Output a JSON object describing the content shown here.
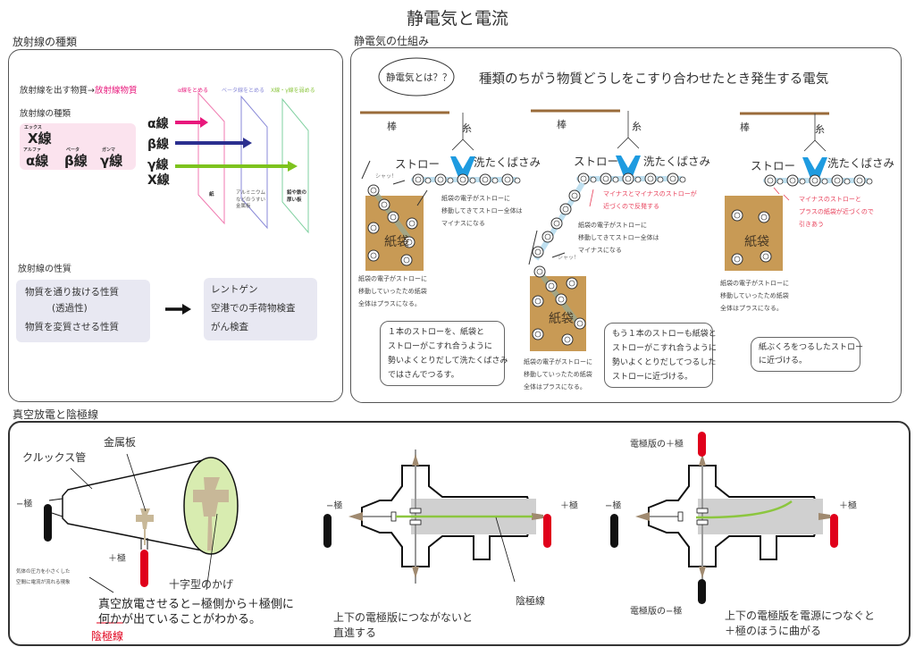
{
  "page_title": "静電気と電流",
  "radiation_types": {
    "section_label": "放射線の種類",
    "source_line_prefix": "放射線を出す物質→",
    "source_line_highlight": "放射線物質",
    "types_heading": "放射線の種類",
    "x_ray_ruby": "エックス",
    "x_ray": "X線",
    "alpha_ruby": "アルファ",
    "alpha": "α線",
    "beta_ruby": "ベータ",
    "beta": "β線",
    "gamma_ruby": "ガンマ",
    "gamma": "γ線",
    "ray_labels": [
      "α線",
      "β線",
      "γ線",
      "X線"
    ],
    "shield_top_labels": [
      "α線をとめる",
      "ベータ線をとめる",
      "X線・γ線を弱める"
    ],
    "shield_bottom_labels": [
      "紙",
      "アルミニウム\nなどのうすい\n金属板",
      "鉛や鉄の\n厚い板"
    ],
    "colors": {
      "alpha": "#e8187c",
      "beta": "#2b2f8f",
      "gamma": "#7dc31e",
      "paper": "#f07ab0",
      "aluminum": "#8a8ad8",
      "lead": "#7fd0a0",
      "highlight": "#e8187c"
    }
  },
  "radiation_properties": {
    "heading": "放射線の性質",
    "properties": [
      "物質を通り抜ける性質",
      "(透過性)",
      "物質を変質させる性質"
    ],
    "uses": [
      "レントゲン",
      "空港での手荷物検査",
      "がん検査"
    ]
  },
  "static_electricity": {
    "section_label": "静電気の仕組み",
    "definition_bubble": "静電気とは？？",
    "definition": "種類のちがう物質どうしをこすり合わせたとき発生する電気",
    "rod_label": "棒",
    "thread_label": "糸",
    "straw_label": "ストロー",
    "clip_label": "洗たくばさみ",
    "bag_label": "紙袋",
    "swoosh": "シャッ！",
    "straw_charge_note": "紙袋の電子がストローに\n移動してきてストロー全体は\nマイナスになる",
    "bag_charge_note": "紙袋の電子がストローに\n移動していったため紙袋\n全体はプラスになる。",
    "repel_note": "マイナスとマイナスのストローが\n近づくので反発する",
    "attract_note": "マイナスのストローと\nプラスの紙袋が近づくので\n引きあう",
    "step_notes": [
      "１本のストローを、紙袋と\nストローがこすれ合うように\n勢いよくとりだして洗たくばさみ\nではさんでつるす。",
      "もう１本のストローも紙袋と\nストローがこすれ合うように\n勢いよくとりだしてつるした\nストローに近づける。",
      "紙ぶくろをつるしたストロー\nに近づける。"
    ],
    "colors": {
      "rod": "#9a6b3a",
      "clip": "#1e9be0",
      "straw": "#bfe0f0",
      "bag": "#c89a55",
      "note_red": "#e8405a"
    }
  },
  "cathode_rays": {
    "section_label": "真空放電と陰極線",
    "crookes_label": "クルックス管",
    "metal_plate_label": "金属板",
    "minus_pole": "−極",
    "plus_pole": "＋極",
    "shadow_label": "十字型のかげ",
    "discharge_note": "気体の圧力を小さくした\n空間に電流が流れる現象",
    "conclusion_line1": "真空放電させると−極側から＋極側に",
    "conclusion_line2": "何かが出ていることがわかる。",
    "cathode_ray_term": "陰極線",
    "cathode_ray_label": "陰極線",
    "straight_note_line1": "上下の電極版につながないと",
    "straight_note_line2": "直進する",
    "plate_plus_label": "電極版の＋極",
    "plate_minus_label": "電極版の−極",
    "bent_note_line1": "上下の電極版を電源につなぐと",
    "bent_note_line2": "＋極のほうに曲がる",
    "colors": {
      "ray": "#8cc63f",
      "screen": "#d8ecb0",
      "cross": "#c8b898",
      "plus": "#e0001b",
      "minus": "#111111",
      "tube_fill": "#d0d0d0"
    }
  }
}
